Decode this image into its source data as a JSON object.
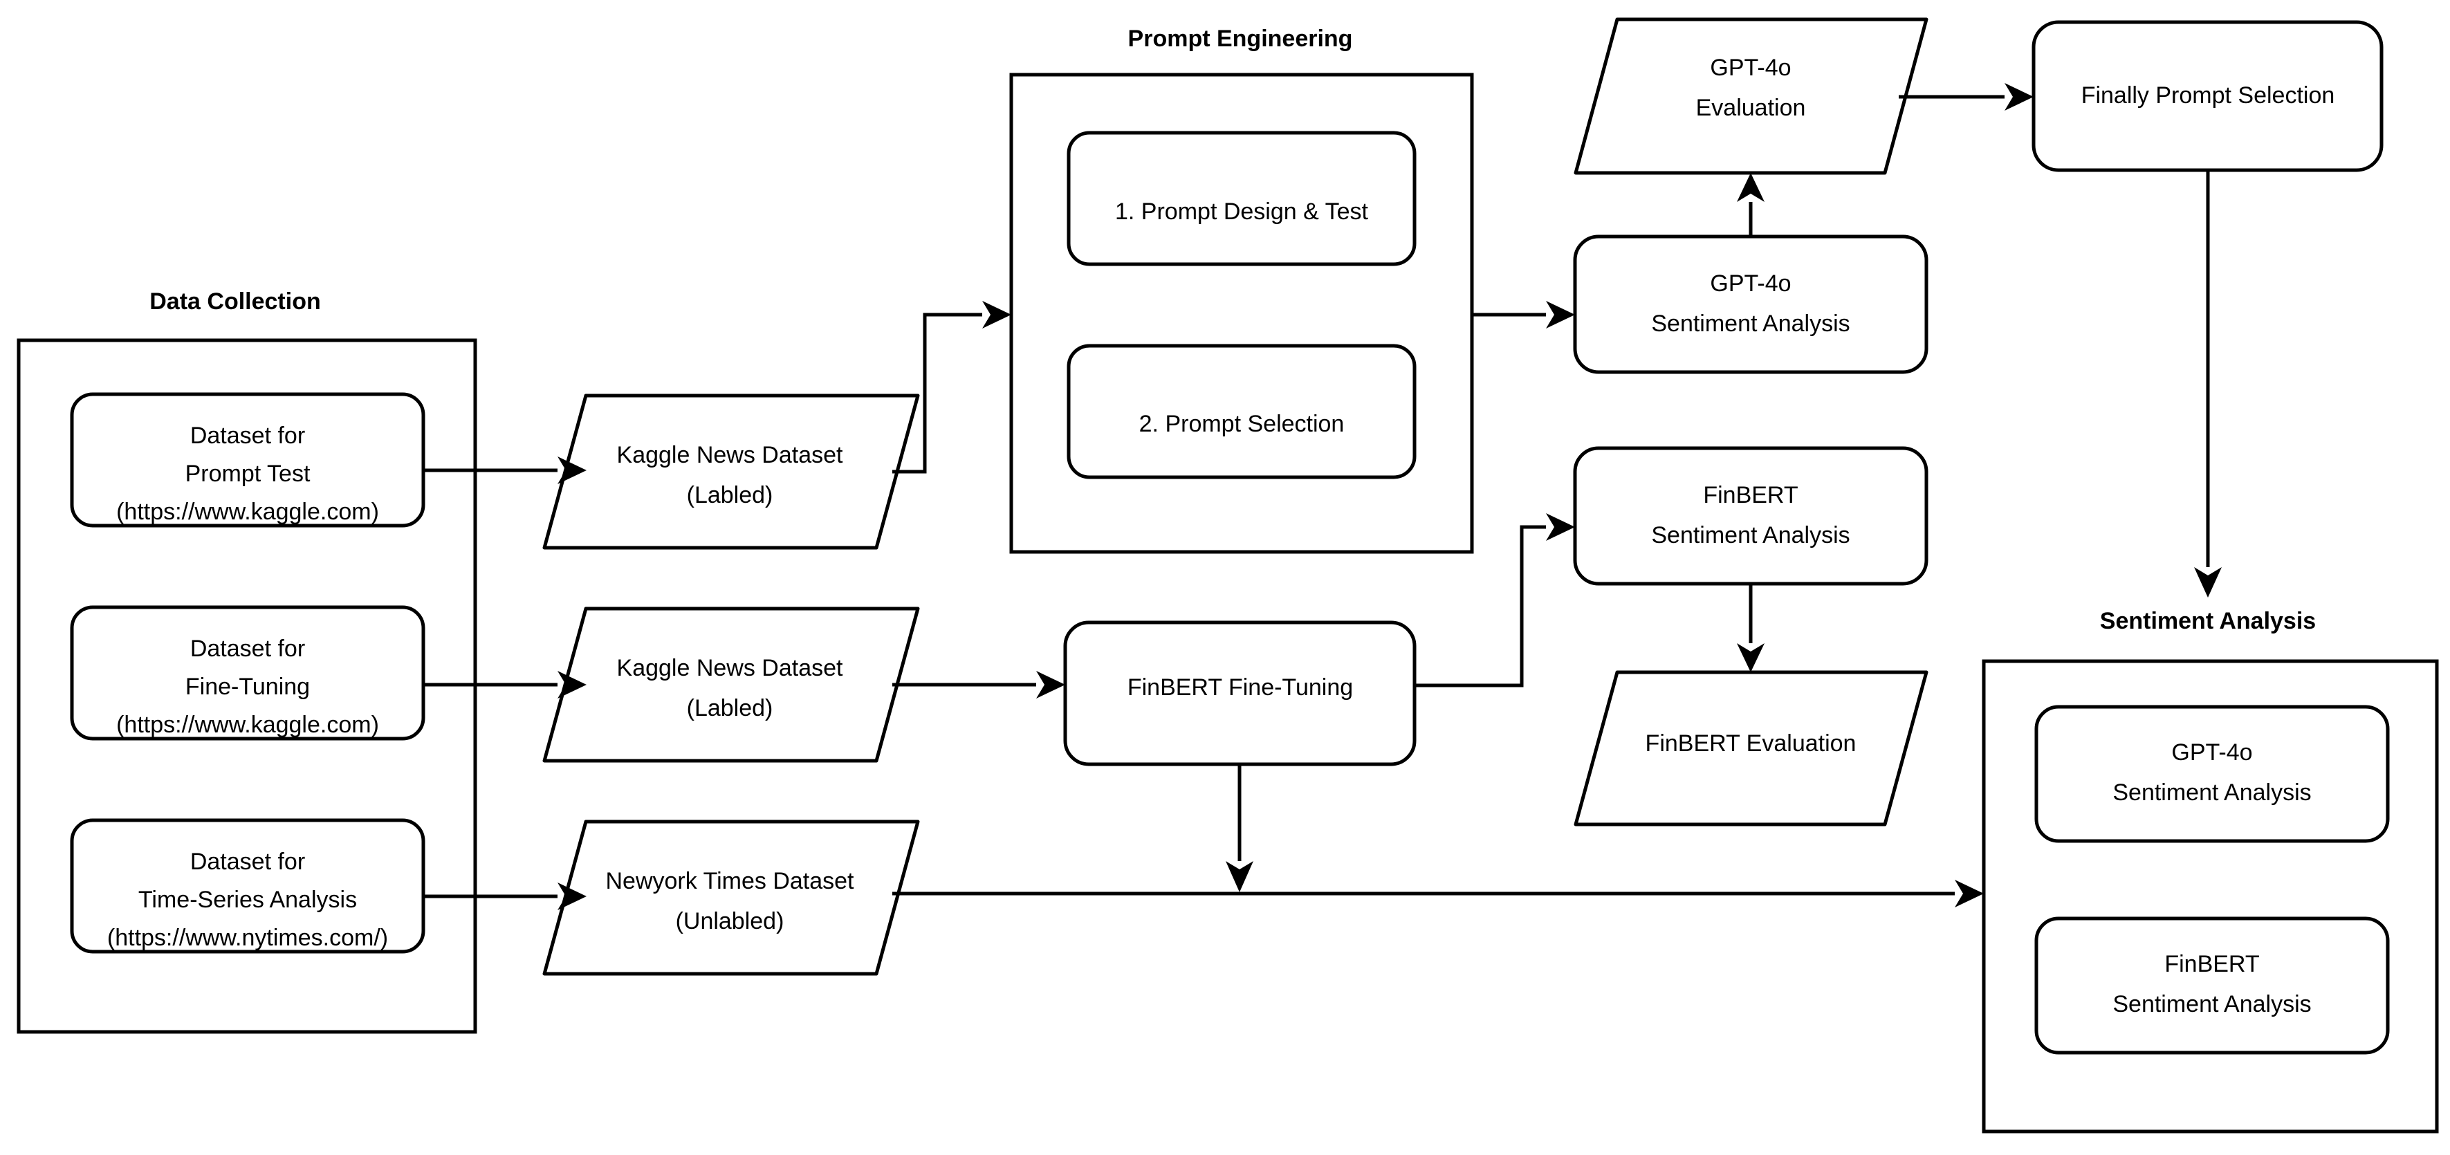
{
  "diagram": {
    "title": "Sentiment Analysis Pipeline Flowchart",
    "background_color": "#ffffff",
    "stroke_color": "#000000",
    "groups": [
      {
        "id": "data-collection",
        "label": "Data Collection"
      },
      {
        "id": "prompt-engineering",
        "label": "Prompt Engineering"
      },
      {
        "id": "sentiment-analysis",
        "label": "Sentiment Analysis"
      }
    ],
    "nodes": {
      "dataset_prompt_test": {
        "line1": "Dataset for",
        "line2": "Prompt Test",
        "line3": "(https://www.kaggle.com)",
        "shape": "rounded-rect"
      },
      "dataset_fine_tuning": {
        "line1": "Dataset for",
        "line2": "Fine-Tuning",
        "line3": "(https://www.kaggle.com)",
        "shape": "rounded-rect"
      },
      "dataset_time_series": {
        "line1": "Dataset for",
        "line2": "Time-Series Analysis",
        "line3": "(https://www.nytimes.com/)",
        "shape": "rounded-rect"
      },
      "kaggle_news_top": {
        "line1": "Kaggle News Dataset",
        "line2": "(Labled)",
        "shape": "parallelogram"
      },
      "kaggle_news_mid": {
        "line1": "Kaggle News Dataset",
        "line2": "(Labled)",
        "shape": "parallelogram"
      },
      "nytimes_dataset": {
        "line1": "Newyork Times Dataset",
        "line2": "(Unlabled)",
        "shape": "parallelogram"
      },
      "prompt_design_test": {
        "line1": "1. Prompt Design & Test",
        "shape": "rounded-rect"
      },
      "prompt_selection": {
        "line1": "2. Prompt Selection",
        "shape": "rounded-rect"
      },
      "gpt4o_sentiment": {
        "line1": "GPT-4o",
        "line2": "Sentiment Analysis",
        "shape": "rounded-rect"
      },
      "gpt4o_evaluation": {
        "line1": "GPT-4o",
        "line2": "Evaluation",
        "shape": "parallelogram"
      },
      "finally_prompt_selection": {
        "line1": "Finally Prompt Selection",
        "shape": "rounded-rect"
      },
      "finbert_fine_tuning": {
        "line1": "FinBERT Fine-Tuning",
        "shape": "rounded-rect"
      },
      "finbert_sentiment": {
        "line1": "FinBERT",
        "line2": "Sentiment Analysis",
        "shape": "rounded-rect"
      },
      "finbert_evaluation": {
        "line1": "FinBERT Evaluation",
        "shape": "parallelogram"
      },
      "out_gpt4o_sentiment": {
        "line1": "GPT-4o",
        "line2": "Sentiment Analysis",
        "shape": "rounded-rect"
      },
      "out_finbert_sentiment": {
        "line1": "FinBERT",
        "line2": "Sentiment Analysis",
        "shape": "rounded-rect"
      }
    },
    "edges": [
      {
        "from": "dataset_prompt_test",
        "to": "kaggle_news_top"
      },
      {
        "from": "kaggle_news_top",
        "to": "prompt-engineering"
      },
      {
        "from": "prompt-engineering",
        "to": "gpt4o_sentiment"
      },
      {
        "from": "gpt4o_sentiment",
        "to": "gpt4o_evaluation"
      },
      {
        "from": "gpt4o_evaluation",
        "to": "finally_prompt_selection"
      },
      {
        "from": "finally_prompt_selection",
        "to": "sentiment-analysis"
      },
      {
        "from": "dataset_fine_tuning",
        "to": "kaggle_news_mid"
      },
      {
        "from": "kaggle_news_mid",
        "to": "finbert_fine_tuning"
      },
      {
        "from": "finbert_fine_tuning",
        "to": "finbert_sentiment"
      },
      {
        "from": "finbert_sentiment",
        "to": "finbert_evaluation"
      },
      {
        "from": "finbert_fine_tuning",
        "to": "nytimes_flow"
      },
      {
        "from": "dataset_time_series",
        "to": "nytimes_dataset"
      },
      {
        "from": "nytimes_dataset",
        "to": "sentiment-analysis"
      }
    ]
  }
}
